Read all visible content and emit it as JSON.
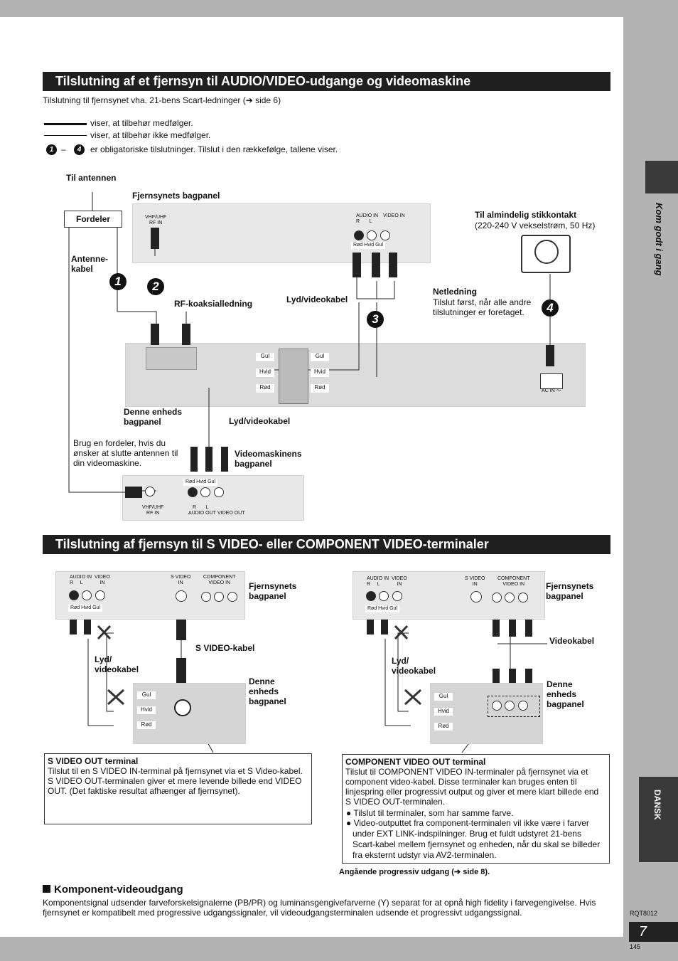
{
  "heading1": "Tilslutning af et fjernsyn til AUDIO/VIDEO-udgange og videomaskine",
  "intro": "Tilslutning til fjernsynet vha. 21-bens Scart-ledninger (➔ side 6)",
  "legend": {
    "solid": "viser, at tilbehør medfølger.",
    "thin": "viser, at tilbehør ikke medfølger.",
    "num_from": "1",
    "dash": "–",
    "num_to": "4",
    "required": "er obligatoriske tilslutninger. Tilslut i den rækkefølge, tallene viser."
  },
  "diagram1": {
    "antenna": "Til antennen",
    "tv_back": "Fjernsynets bagpanel",
    "splitter": "Fordeler",
    "antenna_cable": "Antenne-\nkabel",
    "rf_cable": "RF-koaksialledning",
    "av_cable_top": "Lyd/videokabel",
    "outlet_title": "Til almindelig stikkontakt",
    "outlet_sub": "(220-240 V vekselstrøm, 50 Hz)",
    "mains_title": "Netledning",
    "mains_sub": "Tilslut først, når alle andre tilslutninger er foretaget.",
    "unit_back": "Denne enheds\nbagpanel",
    "av_cable_bottom": "Lyd/videokabel",
    "splitter_note": "Brug en fordeler, hvis du ønsker at slutte antennen til din videomaskine.",
    "vcr_back": "Videomaskinens\nbagpanel",
    "tv_vhf": "VHF/UHF\nRF IN",
    "tv_audio": "AUDIO IN\nR       L",
    "tv_video": "VIDEO IN",
    "tv_colors": "Rød Hvid Gul",
    "unit_gul": "Gul",
    "unit_hvid": "Hvid",
    "unit_rod": "Rød",
    "vcr_vhf": "VHF/UHF\nRF IN",
    "vcr_colors": "Rød Hvid Gul",
    "vcr_rl": "R       L",
    "vcr_audio_out": "AUDIO OUT",
    "vcr_video_out": "VIDEO OUT",
    "ac_in": "AC IN ～",
    "steps": [
      "1",
      "2",
      "3",
      "4"
    ]
  },
  "heading2": "Tilslutning af fjernsyn til S VIDEO- eller COMPONENT VIDEO-terminaler",
  "svideo": {
    "tv_back": "Fjernsynets\nbagpanel",
    "cable": "S VIDEO-kabel",
    "av_cable": "Lyd/\nvideokabel",
    "unit_back": "Denne\nenheds\nbagpanel",
    "audio_in": "AUDIO IN\nR     L",
    "video_in": "VIDEO\nIN",
    "s_video_in": "S VIDEO\nIN",
    "component_in": "COMPONENT\nVIDEO IN",
    "colors": "Rød Hvid Gul",
    "box_title": "S VIDEO OUT terminal",
    "box_text": "Tilslut til en S VIDEO IN-terminal på fjernsynet via et S Video-kabel.\nS VIDEO OUT-terminalen giver et mere levende billede end VIDEO OUT. (Det faktiske resultat afhænger af fjernsynet)."
  },
  "component": {
    "tv_back": "Fjernsynets\nbagpanel",
    "cable": "Videokabel",
    "av_cable": "Lyd/\nvideokabel",
    "unit_back": "Denne\nenheds\nbagpanel",
    "box_title": "COMPONENT VIDEO OUT terminal",
    "box_text": "Tilslut til COMPONENT VIDEO IN-terminaler på fjernsynet via et component video-kabel. Disse terminaler kan bruges enten til linjespring eller progressivt output og giver et mere klart billede end S VIDEO OUT-terminalen.",
    "bullets": [
      "Tilslut til terminaler, som har samme farve.",
      "Video-outputtet fra component-terminalen vil ikke være i farver under EXT LINK-indspilninger. Brug et fuldt udstyret 21-bens Scart-kabel mellem fjernsynet og enheden, når du skal se billeder fra eksternt udstyr via AV2-terminalen."
    ],
    "progressive": "Angående progressiv udgang (➔ side 8)."
  },
  "komponent": {
    "title": "Komponent-videoudgang",
    "text": "Komponentsignal udsender farveforskelsignalerne (PB/PR) og luminansgengivefarverne (Y) separat for at opnå high fidelity i farvegengivelse. Hvis fjernsynet er kompatibelt med progressive udgangssignaler, vil videoudgangsterminalen udsende et progressivt udgangssignal."
  },
  "side_label": "Kom godt i gang",
  "dansk": "DANSK",
  "rqt": "RQT8012",
  "page_number": "7",
  "page_sub": "145"
}
